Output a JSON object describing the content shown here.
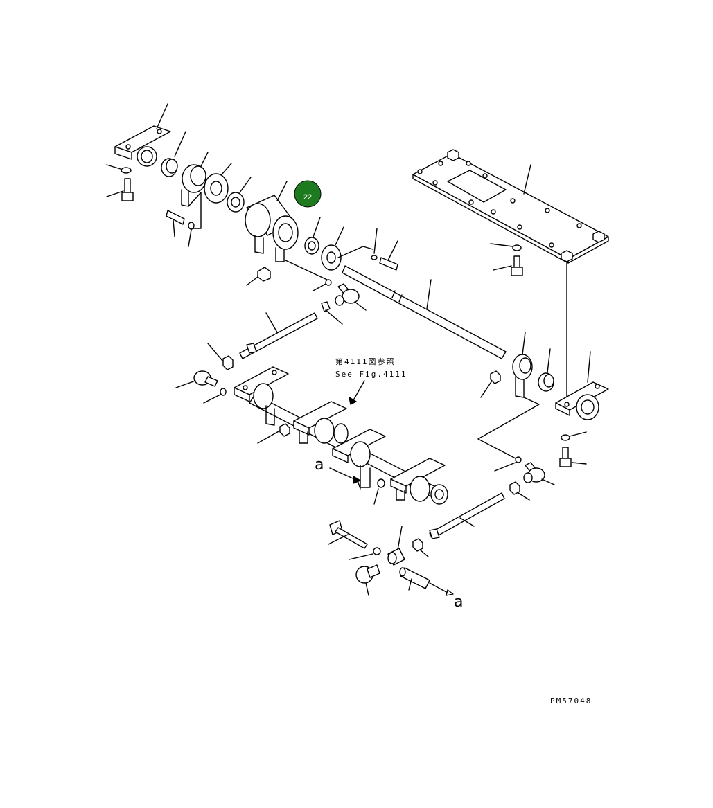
{
  "callout": {
    "label": "22",
    "color": "#1e7a1e"
  },
  "reference_note": {
    "line1": "第4111図参照",
    "line2": "See Fig.4111"
  },
  "view_marker_top": "a",
  "view_marker_bottom": "a",
  "drawing_number": "PM57048"
}
